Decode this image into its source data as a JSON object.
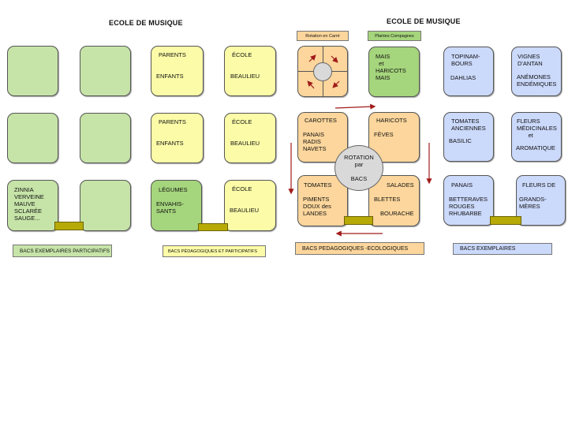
{
  "left": {
    "title": "ECOLE DE MUSIQUE",
    "boxes": {
      "r3c1": "ZINNIA\nVERVEINE\nMAUVE\nSCLARÉE\nSAUGE...",
      "r1c3a": "PARENTS",
      "r1c3b": "ENFANTS",
      "r1c4a": "ÉCOLE",
      "r1c4b": "BEAULIEU",
      "r2c3a": "PARENTS",
      "r2c3b": "ENFANTS",
      "r2c4a": "ÉCOLE",
      "r2c4b": "BEAULIEU",
      "r3c3a": "LÉGUMES",
      "r3c3b": "ENVAHIS-\nSANTS",
      "r3c4a": "ÉCOLE",
      "r3c4b": "BEAULIEU"
    },
    "caption1": "BACS EXEMPLAIRES PARTICIPATIFS",
    "caption2": "BACS PÉDAGOGIQUES ET PARTICIPATIFS"
  },
  "right": {
    "title": "ECOLE DE MUSIQUE",
    "legend_rotation": "Rotation en Carré",
    "legend_plants": "Plantes Compagnes",
    "mais": "MAIS\n  et\nHARICOTS\nMAIS",
    "carottes_a": "CAROTTES",
    "carottes_b": "PANAIS\nRADIS\nNAVETS",
    "haricots_a": "HARICOTS",
    "haricots_b": "FÈVES",
    "tomates_a": "TOMATES",
    "tomates_b": "PIMENTS\nDOUX des\nLANDES",
    "salades_a": "SALADES",
    "salades_b": "BLETTES",
    "salades_c": "BOURACHE",
    "rotation": "ROTATION\npar\n\nBACS",
    "topinambours": "TOPINAM-\nBOURS",
    "dahlias": "DAHLIAS",
    "vignes_a": "VIGNES\nD'ANTAN",
    "vignes_b": "ANÉMONES\nENDÉMIQUES",
    "tomates_anc_a": "TOMATES\nANCIENNES",
    "tomates_anc_b": "BASILIC",
    "fleurs_med_a": "FLEURS\nMÉDICINALES\n       et",
    "fleurs_med_b": "AROMATIQUE",
    "panais_a": "PANAIS",
    "panais_b": "BETTERAVES\nROUGES\nRHUBARBE",
    "fleurs_gm_a": "FLEURS DE",
    "fleurs_gm_b": "GRANDS-\nMÈRES",
    "caption_eco": "BACS PEDAGOGIQUES -ECOLOGIQUES",
    "caption_ex": "BACS EXEMPLAIRES"
  },
  "colors": {
    "green": "#c6e4a8",
    "green_dark": "#a5d57c",
    "yellow": "#fcfca8",
    "orange": "#fcd69c",
    "blue": "#cbd9fb",
    "connector": "#b8aa06",
    "arrow": "#a11a1a"
  }
}
